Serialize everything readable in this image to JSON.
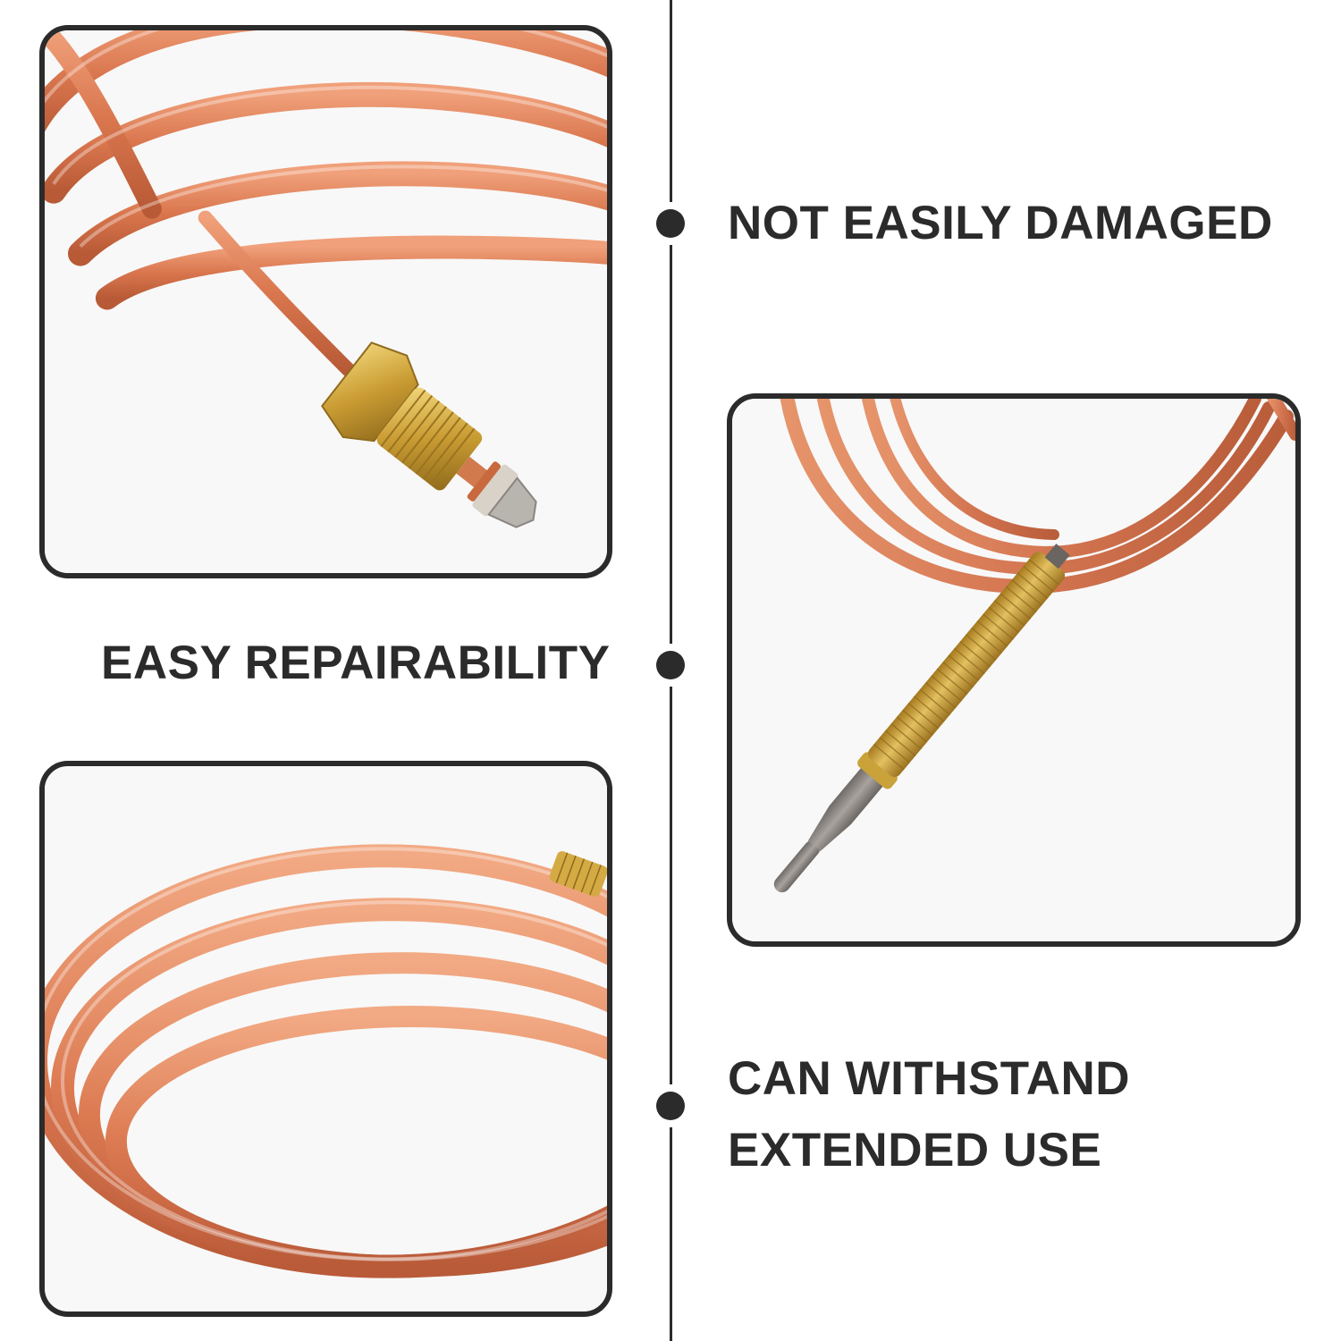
{
  "features": [
    {
      "label": "NOT EASILY DAMAGED"
    },
    {
      "label": "EASY REPAIRABILITY"
    },
    {
      "lines": [
        "CAN WITHSTAND",
        "EXTENDED USE"
      ]
    }
  ],
  "photos": [
    {
      "subject": "copper-coil-with-brass-fitting"
    },
    {
      "subject": "thermocouple-threaded-probe-tip"
    },
    {
      "subject": "coiled-copper-tube"
    }
  ],
  "colors": {
    "text": "#2b2b2b",
    "frame_border": "#2b2b2b",
    "copper": "#d9825a",
    "brass": "#c9a23a",
    "steel": "#8a8580"
  }
}
